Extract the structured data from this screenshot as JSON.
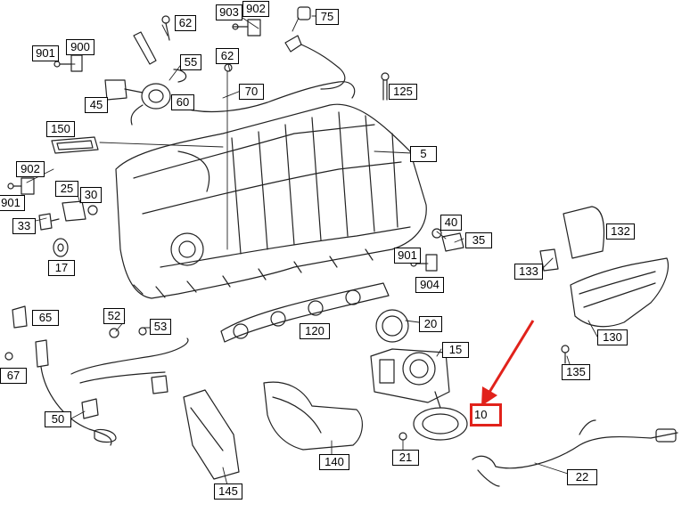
{
  "diagram": {
    "highlight_color": "#e1221b",
    "callouts": [
      {
        "id": "c62a",
        "text": "62"
      },
      {
        "id": "c903",
        "text": "903"
      },
      {
        "id": "c902a",
        "text": "902"
      },
      {
        "id": "c75",
        "text": "75"
      },
      {
        "id": "c901a",
        "text": "901"
      },
      {
        "id": "c900",
        "text": "900"
      },
      {
        "id": "c55",
        "text": "55"
      },
      {
        "id": "c62b",
        "text": "62"
      },
      {
        "id": "c45",
        "text": "45"
      },
      {
        "id": "c60",
        "text": "60"
      },
      {
        "id": "c70",
        "text": "70"
      },
      {
        "id": "c125",
        "text": "125"
      },
      {
        "id": "c150",
        "text": "150"
      },
      {
        "id": "c5",
        "text": "5"
      },
      {
        "id": "c902b",
        "text": "902"
      },
      {
        "id": "c25",
        "text": "25"
      },
      {
        "id": "c30",
        "text": "30"
      },
      {
        "id": "c901b",
        "text": "901"
      },
      {
        "id": "c33",
        "text": "33"
      },
      {
        "id": "c40",
        "text": "40"
      },
      {
        "id": "c35",
        "text": "35"
      },
      {
        "id": "c132",
        "text": "132"
      },
      {
        "id": "c17",
        "text": "17"
      },
      {
        "id": "c901c",
        "text": "901"
      },
      {
        "id": "c904",
        "text": "904"
      },
      {
        "id": "c133",
        "text": "133"
      },
      {
        "id": "c65",
        "text": "65"
      },
      {
        "id": "c52",
        "text": "52"
      },
      {
        "id": "c53",
        "text": "53"
      },
      {
        "id": "c20",
        "text": "20"
      },
      {
        "id": "c120",
        "text": "120"
      },
      {
        "id": "c130",
        "text": "130"
      },
      {
        "id": "c15",
        "text": "15"
      },
      {
        "id": "c67",
        "text": "67"
      },
      {
        "id": "c135",
        "text": "135"
      },
      {
        "id": "c10",
        "text": "10"
      },
      {
        "id": "c50",
        "text": "50"
      },
      {
        "id": "c140",
        "text": "140"
      },
      {
        "id": "c21",
        "text": "21"
      },
      {
        "id": "c22",
        "text": "22"
      },
      {
        "id": "c145",
        "text": "145"
      }
    ]
  }
}
